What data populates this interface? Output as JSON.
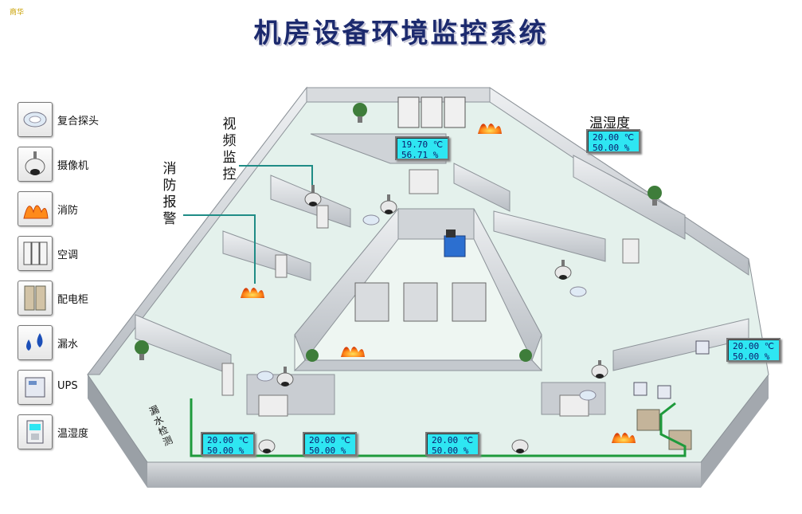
{
  "corner_mark": "商华",
  "title": "机房设备环境监控系统",
  "legend": [
    {
      "icon": "composite-detector-icon",
      "label": "复合探头"
    },
    {
      "icon": "camera-icon",
      "label": "摄像机"
    },
    {
      "icon": "fire-icon",
      "label": "消防"
    },
    {
      "icon": "air-conditioner-icon",
      "label": "空调"
    },
    {
      "icon": "power-cabinet-icon",
      "label": "配电柜"
    },
    {
      "icon": "water-leak-icon",
      "label": "漏水"
    },
    {
      "icon": "ups-icon",
      "label": "UPS"
    },
    {
      "icon": "thermo-hygrometer-icon",
      "label": "温湿度"
    }
  ],
  "callouts": {
    "video": "视频监控",
    "fire_alarm": "消防报警",
    "temp_humidity": "温湿度",
    "leak_detection": "漏水检测"
  },
  "readouts": {
    "top_center": {
      "temp": "19.70 ℃",
      "humidity": "56.71 %"
    },
    "top_right": {
      "temp": "20.00 ℃",
      "humidity": "50.00 %"
    },
    "right": {
      "temp": "20.00 ℃",
      "humidity": "50.00 %"
    },
    "bottom_1": {
      "temp": "20.00 ℃",
      "humidity": "50.00 %"
    },
    "bottom_2": {
      "temp": "20.00 ℃",
      "humidity": "50.00 %"
    },
    "bottom_3": {
      "temp": "20.00 ℃",
      "humidity": "50.00 %"
    }
  },
  "colors": {
    "title": "#1c2a6e",
    "readout_bg": "#2ee6f2",
    "floor": "#e4f1ec",
    "wall": "#c9cdd2",
    "leak_line": "#1e9a3c",
    "callout_line": "#1f8c86"
  }
}
